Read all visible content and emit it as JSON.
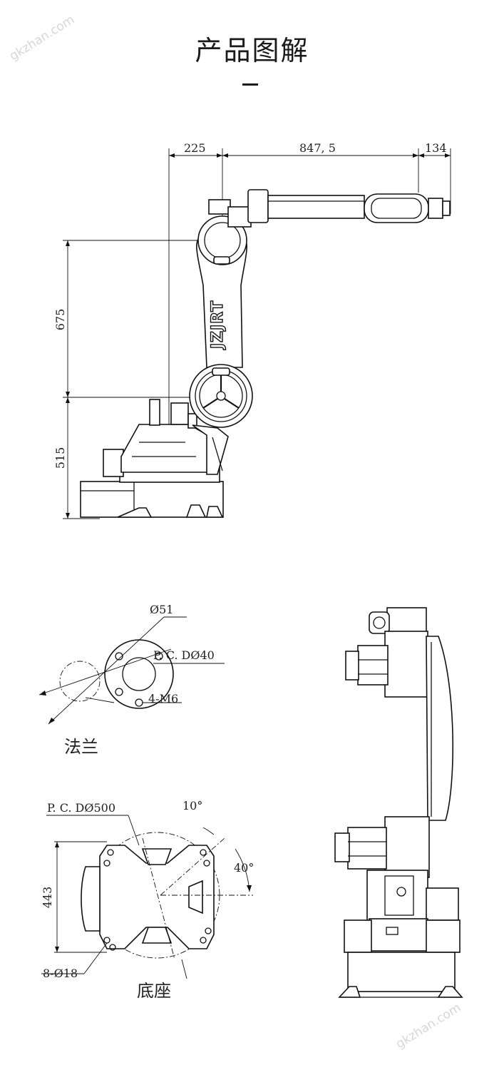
{
  "page": {
    "title": "产品图解"
  },
  "watermark": {
    "text": "gkzhan.com"
  },
  "side_view": {
    "dims": {
      "d225": "225",
      "d847": "847, 5",
      "d134": "134",
      "d675": "675",
      "d515": "515"
    },
    "logo_text": "JZJRT"
  },
  "flange": {
    "label": "法兰",
    "dim_diameter": "Ø51",
    "dim_pcd": "P. C. DØ40",
    "dim_holes": "4-M6"
  },
  "base": {
    "label": "底座",
    "dim_pcd": "P. C. DØ500",
    "dim_height": "443",
    "dim_holes": "8-Ø18",
    "angle_small": "10°",
    "angle_large": "40°"
  }
}
